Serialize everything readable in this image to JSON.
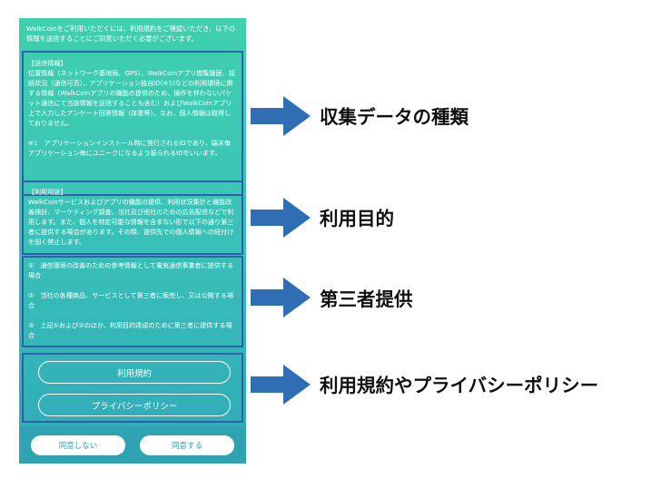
{
  "intro": "WalkCoinをご利用いただくには、利用規約をご確認いただき、以下の情報を送信することにご同意いただく必要がございます。",
  "sections": {
    "transmit": {
      "heading": "【送信情報】",
      "body": "位置情報（ネットワーク基地局、GPS）、WalkCoinアプリ閲覧履歴、接続状況（通信可否）、アプリケーション独自ID(※1)などの利用環境に関する情報（WalkCoinアプリの機能の提供のため、操作を伴わないパケット通信にて当該情報を送信することも含む）およびWalkCoinアプリ上で入力したアンケート回答情報（体重等）。なお、個人情報は取得しておりません。",
      "note": "※1　アプリケーションインストール時に発行されるIDであり、端末毎アプリケーション毎にユニークになるよう振られるIDをいいます。"
    },
    "purpose": {
      "heading": "【利用用途】",
      "body": "WalkCoinサービスおよびアプリの機能の提供、利用状況集計と機能改善検討、マーケティング調査、当社及び他社のための広告配信などで利用します。また、個人を特定可能な情報を含まない形で以下の通り第三者に提供する場合があります。その際、提供先での個人情報への紐付けを固く禁止します。"
    },
    "third_party": {
      "items": [
        "①　通信環境の改善のための参考情報として電気通信事業者に提供する場合",
        "②　当社の各種商品、サービスとして第三者に販売し、又は公開する場合",
        "③　上記①および②のほか、利用目的達成のために第三者に提供する場合"
      ]
    }
  },
  "links": {
    "terms_label": "利用規約",
    "privacy_label": "プライバシーポリシー"
  },
  "footer": {
    "decline_label": "同意しない",
    "agree_label": "同意する"
  },
  "callouts": {
    "data_types": "収集データの種類",
    "purpose": "利用目的",
    "third_party": "第三者提供",
    "policies": "利用規約やプライバシーポリシー"
  },
  "colors": {
    "highlight_border": "#2b62a8",
    "arrow": "#2f6db5",
    "gradient_top": "#3fd0ad",
    "gradient_bottom": "#2fa9b8"
  }
}
